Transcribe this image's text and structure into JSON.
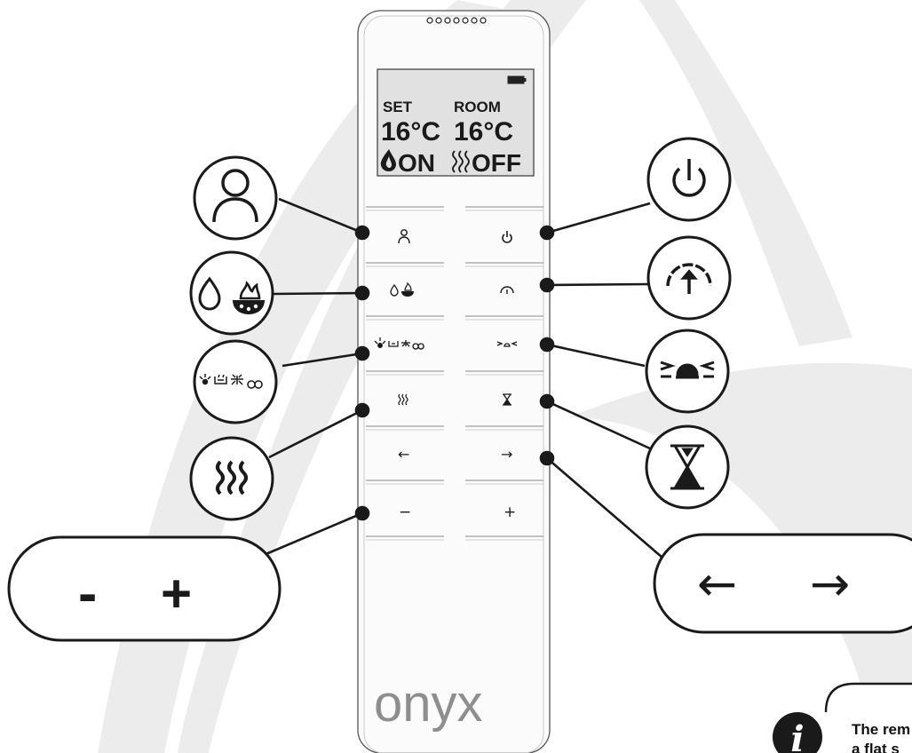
{
  "remote": {
    "lcd": {
      "set_label": "SET",
      "room_label": "ROOM",
      "set_temp": "16°C",
      "room_temp": "16°C",
      "flame_status": "ON",
      "heat_status": "OFF"
    },
    "keys": {
      "arrow_left": "←",
      "arrow_right": "→",
      "minus": "−",
      "plus": "+"
    },
    "brand": "onyx"
  },
  "callouts": {
    "minus_plus": {
      "minus": "-",
      "plus": "+"
    },
    "arrows": {
      "left": "←",
      "right": "→"
    }
  },
  "info_note": {
    "line1": "The rem",
    "line2": "a flat s"
  },
  "icons": [
    "user-icon",
    "power-icon",
    "flame-icon",
    "flame-bowl-icon",
    "light-icon",
    "speedometer-icon",
    "ambient-light-icon",
    "heat-icon",
    "hourglass-icon",
    "info-icon",
    "battery-icon"
  ],
  "colors": {
    "line": "#1a1a1a",
    "swoosh": "#ececec",
    "remote_outline": "#555555"
  }
}
